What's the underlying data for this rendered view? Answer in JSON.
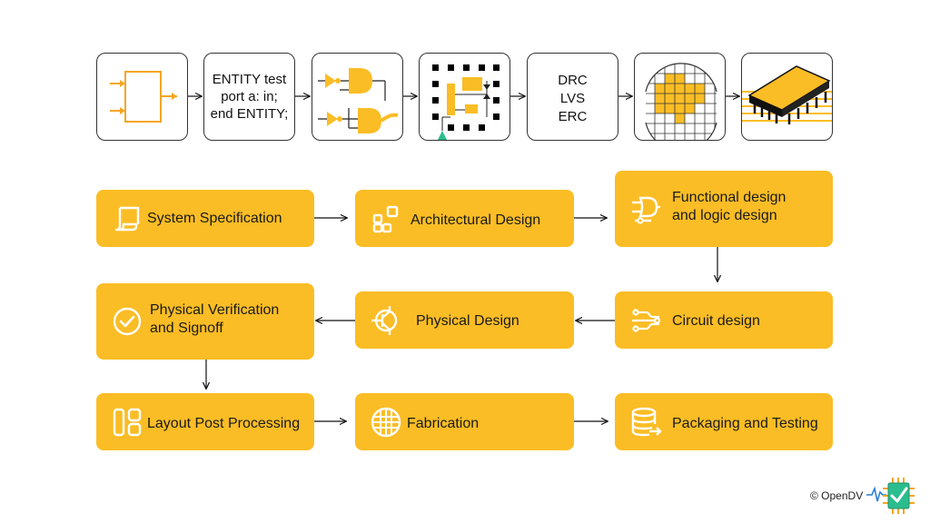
{
  "top_row": {
    "tiles": [
      {
        "name": "block-schematic",
        "text": ""
      },
      {
        "name": "vhdl-code",
        "text": "ENTITY test\nport a: in;\nend ENTITY;"
      },
      {
        "name": "logic-gates",
        "text": ""
      },
      {
        "name": "placement-layout",
        "text": ""
      },
      {
        "name": "verification-checks",
        "text": "DRC\nLVS\nERC"
      },
      {
        "name": "wafer",
        "text": ""
      },
      {
        "name": "chip-package",
        "text": ""
      }
    ]
  },
  "flow": {
    "steps": [
      {
        "label": "System Specification",
        "icon": "scroll-icon"
      },
      {
        "label": "Architectural Design",
        "icon": "blocks-icon"
      },
      {
        "label": "Functional design\nand logic design",
        "icon": "logic-gate-icon"
      },
      {
        "label": "Circuit design",
        "icon": "circuit-icon"
      },
      {
        "label": "Physical Design",
        "icon": "transistor-icon"
      },
      {
        "label": "Physical Verification\nand Signoff",
        "icon": "check-circle-icon"
      },
      {
        "label": "Layout Post Processing",
        "icon": "layout-icon"
      },
      {
        "label": "Fabrication",
        "icon": "wafer-grid-icon"
      },
      {
        "label": "Packaging and Testing",
        "icon": "database-icon"
      }
    ]
  },
  "footer": {
    "copyright": "© OpenDV",
    "logo_icon": "opendv-chip-check-icon"
  },
  "colors": {
    "accent": "#fbbd25",
    "teal": "#2bbd8e",
    "stroke": "#333333"
  }
}
